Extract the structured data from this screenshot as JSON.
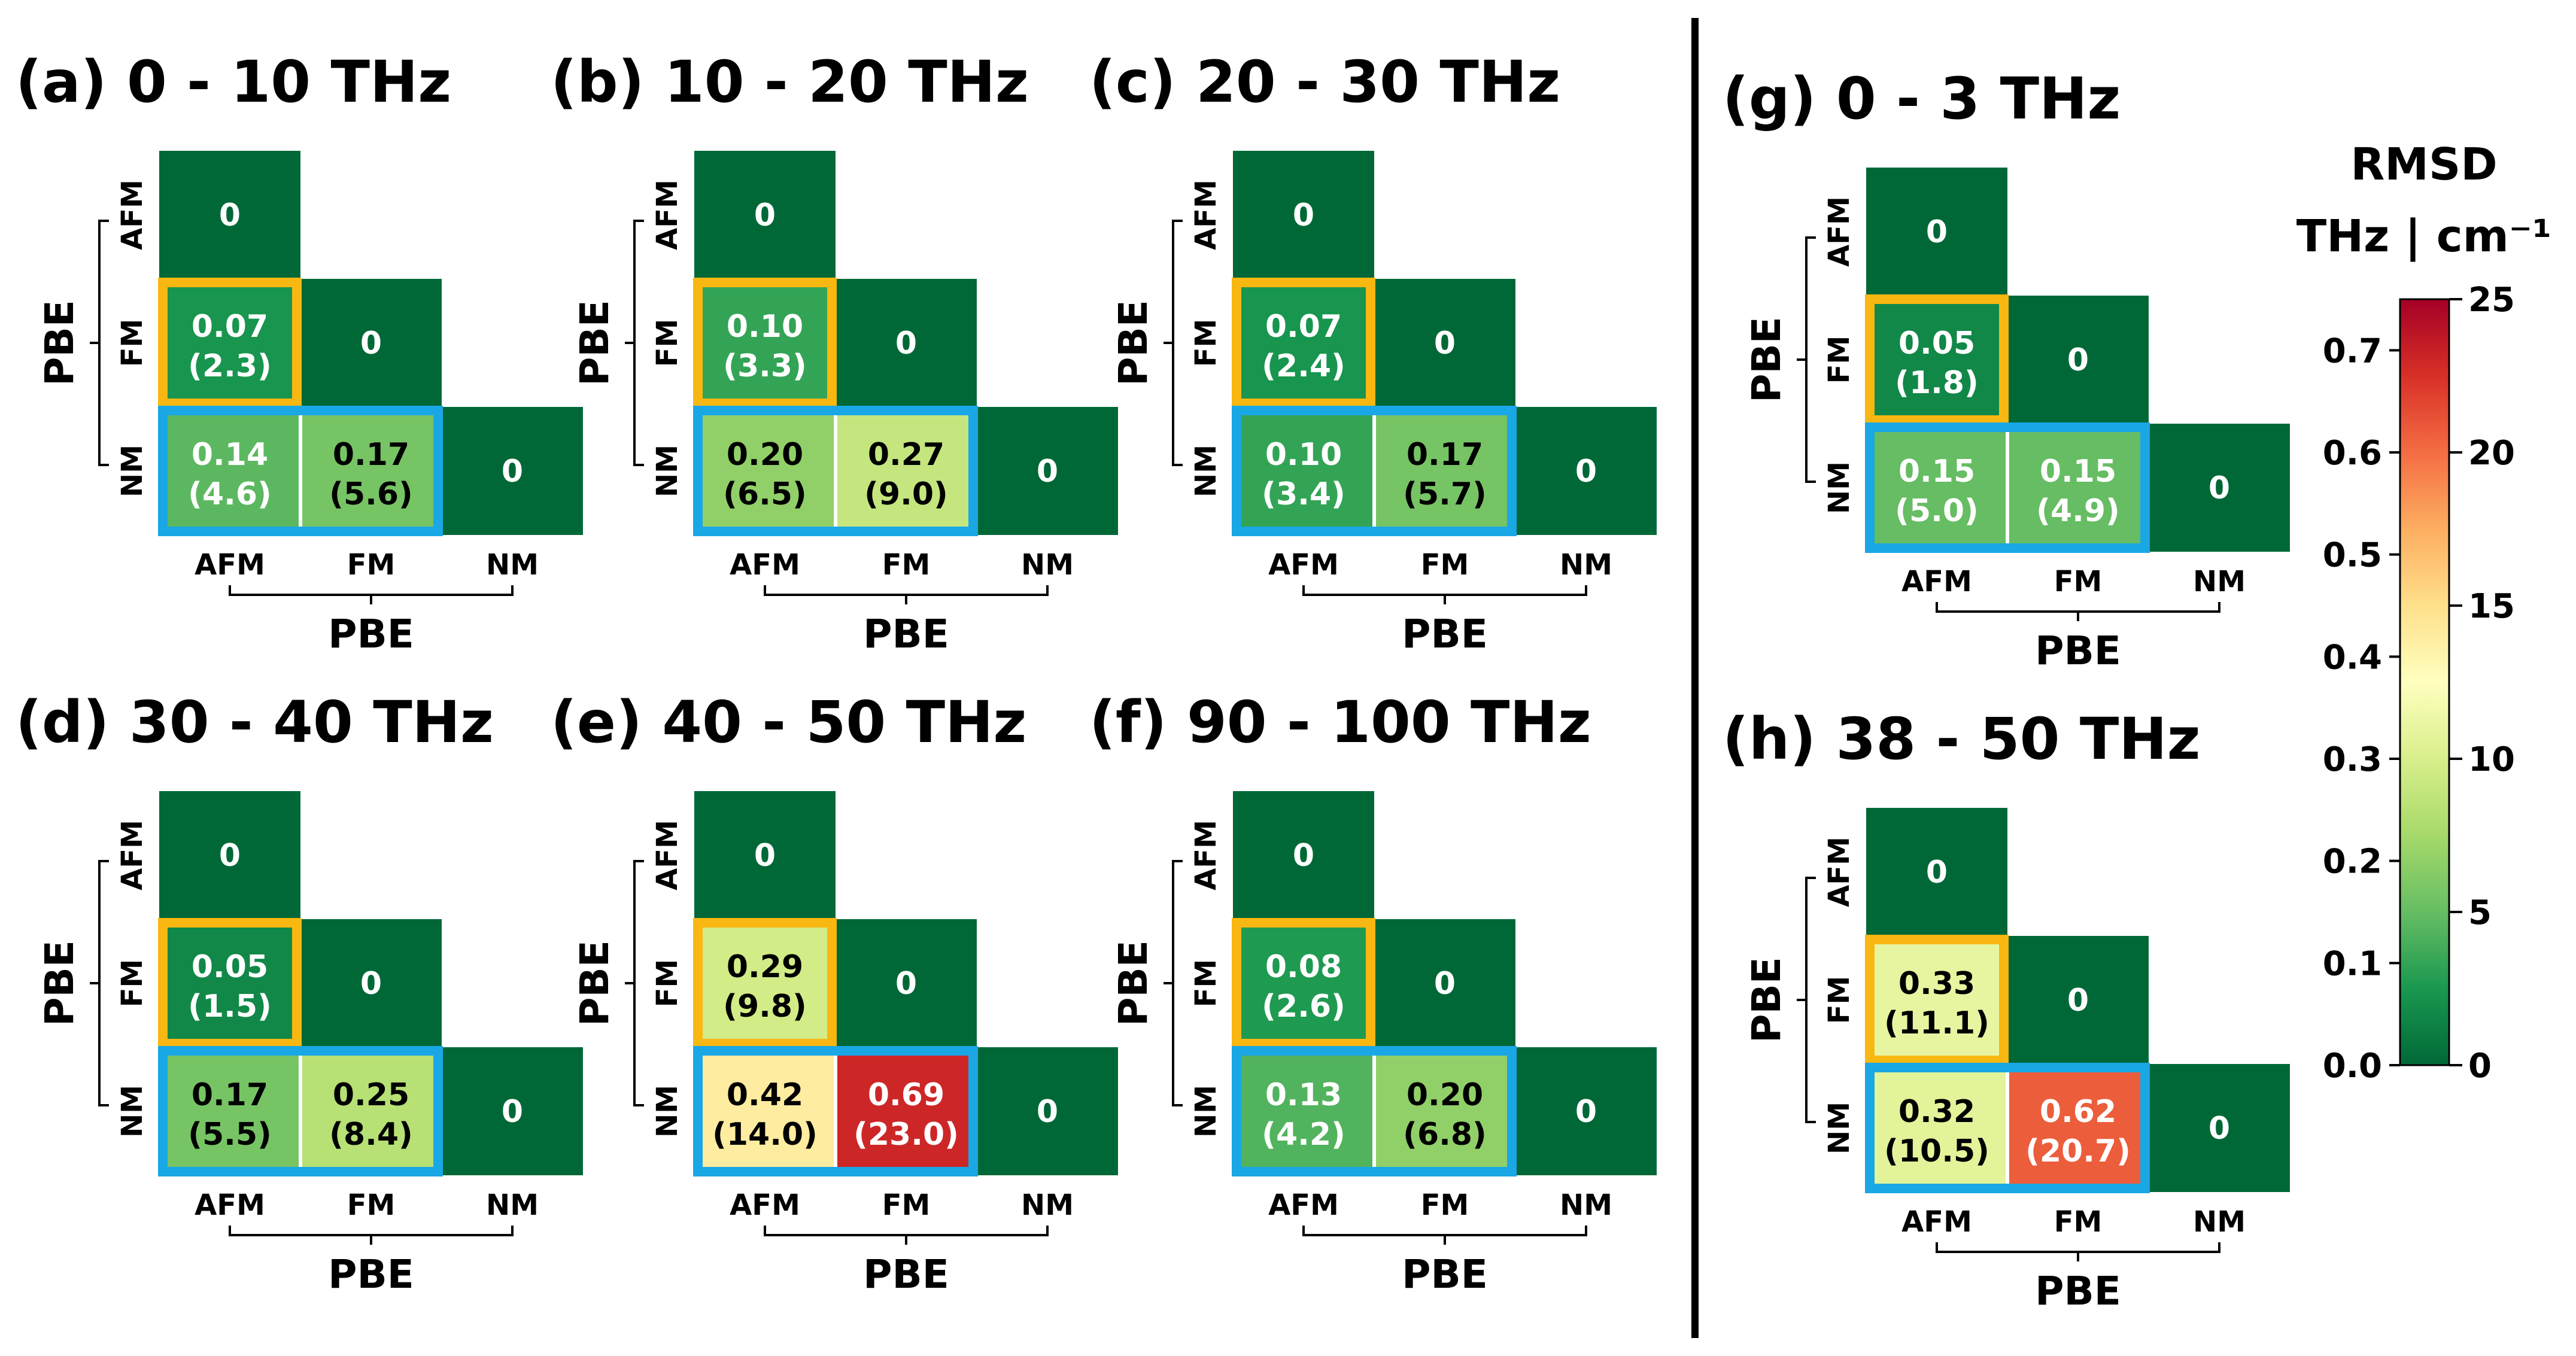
{
  "chart_data": [
    {
      "type": "heatmap",
      "title": "(a) 0 - 10 THz",
      "rows": [
        "AFM",
        "FM",
        "NM"
      ],
      "cols": [
        "AFM",
        "FM",
        "NM"
      ],
      "row_group_label": "PBE",
      "col_group_label": "PBE",
      "cells": [
        {
          "r": 0,
          "c": 0,
          "value": 0,
          "label": "0"
        },
        {
          "r": 1,
          "c": 0,
          "value": 0.07,
          "label": "0.07",
          "sub": "(2.3)"
        },
        {
          "r": 1,
          "c": 1,
          "value": 0,
          "label": "0"
        },
        {
          "r": 2,
          "c": 0,
          "value": 0.14,
          "label": "0.14",
          "sub": "(4.6)"
        },
        {
          "r": 2,
          "c": 1,
          "value": 0.17,
          "label": "0.17",
          "sub": "(5.6)"
        },
        {
          "r": 2,
          "c": 2,
          "value": 0,
          "label": "0"
        }
      ]
    },
    {
      "type": "heatmap",
      "title": "(b) 10 - 20 THz",
      "rows": [
        "AFM",
        "FM",
        "NM"
      ],
      "cols": [
        "AFM",
        "FM",
        "NM"
      ],
      "row_group_label": "PBE",
      "col_group_label": "PBE",
      "cells": [
        {
          "r": 0,
          "c": 0,
          "value": 0,
          "label": "0"
        },
        {
          "r": 1,
          "c": 0,
          "value": 0.1,
          "label": "0.10",
          "sub": "(3.3)"
        },
        {
          "r": 1,
          "c": 1,
          "value": 0,
          "label": "0"
        },
        {
          "r": 2,
          "c": 0,
          "value": 0.2,
          "label": "0.20",
          "sub": "(6.5)"
        },
        {
          "r": 2,
          "c": 1,
          "value": 0.27,
          "label": "0.27",
          "sub": "(9.0)"
        },
        {
          "r": 2,
          "c": 2,
          "value": 0,
          "label": "0"
        }
      ]
    },
    {
      "type": "heatmap",
      "title": "(c) 20 - 30 THz",
      "rows": [
        "AFM",
        "FM",
        "NM"
      ],
      "cols": [
        "AFM",
        "FM",
        "NM"
      ],
      "row_group_label": "PBE",
      "col_group_label": "PBE",
      "cells": [
        {
          "r": 0,
          "c": 0,
          "value": 0,
          "label": "0"
        },
        {
          "r": 1,
          "c": 0,
          "value": 0.07,
          "label": "0.07",
          "sub": "(2.4)"
        },
        {
          "r": 1,
          "c": 1,
          "value": 0,
          "label": "0"
        },
        {
          "r": 2,
          "c": 0,
          "value": 0.1,
          "label": "0.10",
          "sub": "(3.4)"
        },
        {
          "r": 2,
          "c": 1,
          "value": 0.17,
          "label": "0.17",
          "sub": "(5.7)"
        },
        {
          "r": 2,
          "c": 2,
          "value": 0,
          "label": "0"
        }
      ]
    },
    {
      "type": "heatmap",
      "title": "(d) 30 - 40 THz",
      "rows": [
        "AFM",
        "FM",
        "NM"
      ],
      "cols": [
        "AFM",
        "FM",
        "NM"
      ],
      "row_group_label": "PBE",
      "col_group_label": "PBE",
      "cells": [
        {
          "r": 0,
          "c": 0,
          "value": 0,
          "label": "0"
        },
        {
          "r": 1,
          "c": 0,
          "value": 0.05,
          "label": "0.05",
          "sub": "(1.5)"
        },
        {
          "r": 1,
          "c": 1,
          "value": 0,
          "label": "0"
        },
        {
          "r": 2,
          "c": 0,
          "value": 0.17,
          "label": "0.17",
          "sub": "(5.5)"
        },
        {
          "r": 2,
          "c": 1,
          "value": 0.25,
          "label": "0.25",
          "sub": "(8.4)"
        },
        {
          "r": 2,
          "c": 2,
          "value": 0,
          "label": "0"
        }
      ]
    },
    {
      "type": "heatmap",
      "title": "(e) 40 - 50 THz",
      "rows": [
        "AFM",
        "FM",
        "NM"
      ],
      "cols": [
        "AFM",
        "FM",
        "NM"
      ],
      "row_group_label": "PBE",
      "col_group_label": "PBE",
      "cells": [
        {
          "r": 0,
          "c": 0,
          "value": 0,
          "label": "0"
        },
        {
          "r": 1,
          "c": 0,
          "value": 0.29,
          "label": "0.29",
          "sub": "(9.8)"
        },
        {
          "r": 1,
          "c": 1,
          "value": 0,
          "label": "0"
        },
        {
          "r": 2,
          "c": 0,
          "value": 0.42,
          "label": "0.42",
          "sub": "(14.0)"
        },
        {
          "r": 2,
          "c": 1,
          "value": 0.69,
          "label": "0.69",
          "sub": "(23.0)"
        },
        {
          "r": 2,
          "c": 2,
          "value": 0,
          "label": "0"
        }
      ]
    },
    {
      "type": "heatmap",
      "title": "(f) 90 - 100 THz",
      "rows": [
        "AFM",
        "FM",
        "NM"
      ],
      "cols": [
        "AFM",
        "FM",
        "NM"
      ],
      "row_group_label": "PBE",
      "col_group_label": "PBE",
      "cells": [
        {
          "r": 0,
          "c": 0,
          "value": 0,
          "label": "0"
        },
        {
          "r": 1,
          "c": 0,
          "value": 0.08,
          "label": "0.08",
          "sub": "(2.6)"
        },
        {
          "r": 1,
          "c": 1,
          "value": 0,
          "label": "0"
        },
        {
          "r": 2,
          "c": 0,
          "value": 0.13,
          "label": "0.13",
          "sub": "(4.2)"
        },
        {
          "r": 2,
          "c": 1,
          "value": 0.2,
          "label": "0.20",
          "sub": "(6.8)"
        },
        {
          "r": 2,
          "c": 2,
          "value": 0,
          "label": "0"
        }
      ]
    },
    {
      "type": "heatmap",
      "title": "(g) 0 - 3 THz",
      "rows": [
        "AFM",
        "FM",
        "NM"
      ],
      "cols": [
        "AFM",
        "FM",
        "NM"
      ],
      "row_group_label": "PBE",
      "col_group_label": "PBE",
      "cells": [
        {
          "r": 0,
          "c": 0,
          "value": 0,
          "label": "0"
        },
        {
          "r": 1,
          "c": 0,
          "value": 0.05,
          "label": "0.05",
          "sub": "(1.8)"
        },
        {
          "r": 1,
          "c": 1,
          "value": 0,
          "label": "0"
        },
        {
          "r": 2,
          "c": 0,
          "value": 0.15,
          "label": "0.15",
          "sub": "(5.0)"
        },
        {
          "r": 2,
          "c": 1,
          "value": 0.15,
          "label": "0.15",
          "sub": "(4.9)"
        },
        {
          "r": 2,
          "c": 2,
          "value": 0,
          "label": "0"
        }
      ]
    },
    {
      "type": "heatmap",
      "title": "(h) 38 - 50 THz",
      "rows": [
        "AFM",
        "FM",
        "NM"
      ],
      "cols": [
        "AFM",
        "FM",
        "NM"
      ],
      "row_group_label": "PBE",
      "col_group_label": "PBE",
      "cells": [
        {
          "r": 0,
          "c": 0,
          "value": 0,
          "label": "0"
        },
        {
          "r": 1,
          "c": 0,
          "value": 0.33,
          "label": "0.33",
          "sub": "(11.1)"
        },
        {
          "r": 1,
          "c": 1,
          "value": 0,
          "label": "0"
        },
        {
          "r": 2,
          "c": 0,
          "value": 0.32,
          "label": "0.32",
          "sub": "(10.5)"
        },
        {
          "r": 2,
          "c": 1,
          "value": 0.62,
          "label": "0.62",
          "sub": "(20.7)"
        },
        {
          "r": 2,
          "c": 2,
          "value": 0,
          "label": "0"
        }
      ]
    }
  ],
  "colorbar": {
    "title_line1": "RMSD",
    "title_line2": "THz | cm⁻¹",
    "range": [
      0,
      0.75
    ],
    "colormap": "RdYlGn_r",
    "left_ticks": [
      "0.0",
      "0.1",
      "0.2",
      "0.3",
      "0.4",
      "0.5",
      "0.6",
      "0.7"
    ],
    "left_tick_values": [
      0.0,
      0.1,
      0.2,
      0.3,
      0.4,
      0.5,
      0.6,
      0.7
    ],
    "right_ticks": [
      "0",
      "5",
      "10",
      "15",
      "20",
      "25"
    ],
    "right_tick_values": [
      0,
      5,
      10,
      15,
      20,
      25
    ],
    "right_range": [
      0,
      25
    ]
  },
  "highlight_colors": {
    "fm_box": "#f9b712",
    "nm_box": "#1aa7e6"
  }
}
